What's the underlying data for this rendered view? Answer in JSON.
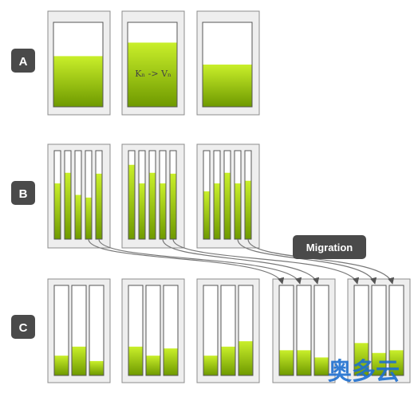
{
  "row_labels": [
    "A",
    "B",
    "C"
  ],
  "row_a": {
    "annotation": "Kₙ -> Vₙ",
    "fill_levels": [
      0.6,
      0.76,
      0.5
    ]
  },
  "row_b": {
    "groups": [
      [
        0.63,
        0.75,
        0.5,
        0.47,
        0.74
      ],
      [
        0.84,
        0.63,
        0.75,
        0.63,
        0.74
      ],
      [
        0.54,
        0.63,
        0.75,
        0.63,
        0.66
      ]
    ]
  },
  "row_c": {
    "groups": [
      [
        0.22,
        0.32,
        0.16
      ],
      [
        0.32,
        0.22,
        0.3
      ],
      [
        0.22,
        0.32,
        0.38
      ],
      [
        0.28,
        0.28,
        0.2
      ],
      [
        0.36,
        0.25,
        0.28
      ]
    ]
  },
  "migration_label": "Migration",
  "watermark": "奥多云",
  "colors": {
    "fill_top": "#c9ef2a",
    "fill_bottom": "#6f9a00",
    "box_border": "#8c8c8c",
    "box_bg": "#eeeeee",
    "tube_border": "#555555",
    "label_bg": "#4a4a4a",
    "label_text": "#ffffff",
    "arrow": "#666666",
    "watermark": "#1e6fd0"
  }
}
